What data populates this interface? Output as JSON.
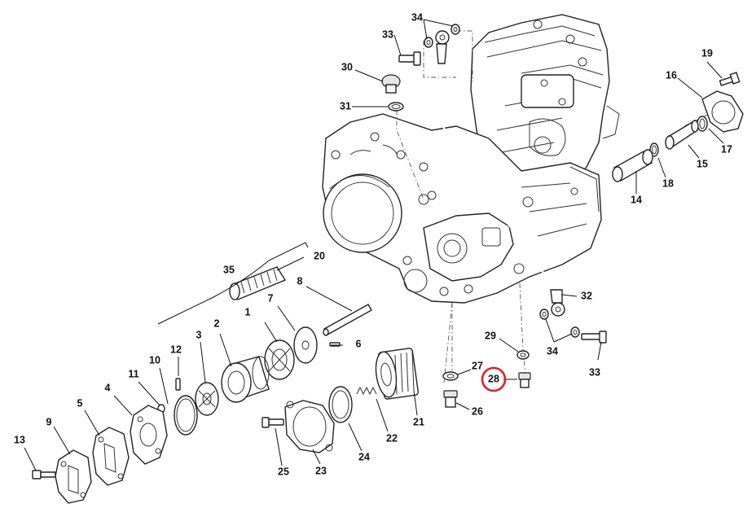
{
  "colors": {
    "line": "#222222",
    "highlight": "#e0202a",
    "background": "#ffffff"
  },
  "highlighted_callout": "28",
  "callouts": [
    {
      "id": "c1",
      "label": "1"
    },
    {
      "id": "c2",
      "label": "2"
    },
    {
      "id": "c3",
      "label": "3"
    },
    {
      "id": "c4",
      "label": "4"
    },
    {
      "id": "c5",
      "label": "5"
    },
    {
      "id": "c6",
      "label": "6"
    },
    {
      "id": "c7",
      "label": "7"
    },
    {
      "id": "c8",
      "label": "8"
    },
    {
      "id": "c9",
      "label": "9"
    },
    {
      "id": "c10",
      "label": "10"
    },
    {
      "id": "c11",
      "label": "11"
    },
    {
      "id": "c12",
      "label": "12"
    },
    {
      "id": "c13",
      "label": "13"
    },
    {
      "id": "c14",
      "label": "14"
    },
    {
      "id": "c15",
      "label": "15"
    },
    {
      "id": "c16",
      "label": "16"
    },
    {
      "id": "c17",
      "label": "17"
    },
    {
      "id": "c18",
      "label": "18"
    },
    {
      "id": "c19",
      "label": "19"
    },
    {
      "id": "c20",
      "label": "20"
    },
    {
      "id": "c21",
      "label": "21"
    },
    {
      "id": "c22",
      "label": "22"
    },
    {
      "id": "c23",
      "label": "23"
    },
    {
      "id": "c24",
      "label": "24"
    },
    {
      "id": "c25",
      "label": "25"
    },
    {
      "id": "c26",
      "label": "26"
    },
    {
      "id": "c27",
      "label": "27"
    },
    {
      "id": "c28",
      "label": "28"
    },
    {
      "id": "c29",
      "label": "29"
    },
    {
      "id": "c30",
      "label": "30"
    },
    {
      "id": "c31",
      "label": "31"
    },
    {
      "id": "c32",
      "label": "32"
    },
    {
      "id": "c33a",
      "label": "33"
    },
    {
      "id": "c33b",
      "label": "33"
    },
    {
      "id": "c34a",
      "label": "34"
    },
    {
      "id": "c34b",
      "label": "34"
    },
    {
      "id": "c35",
      "label": "35"
    }
  ]
}
